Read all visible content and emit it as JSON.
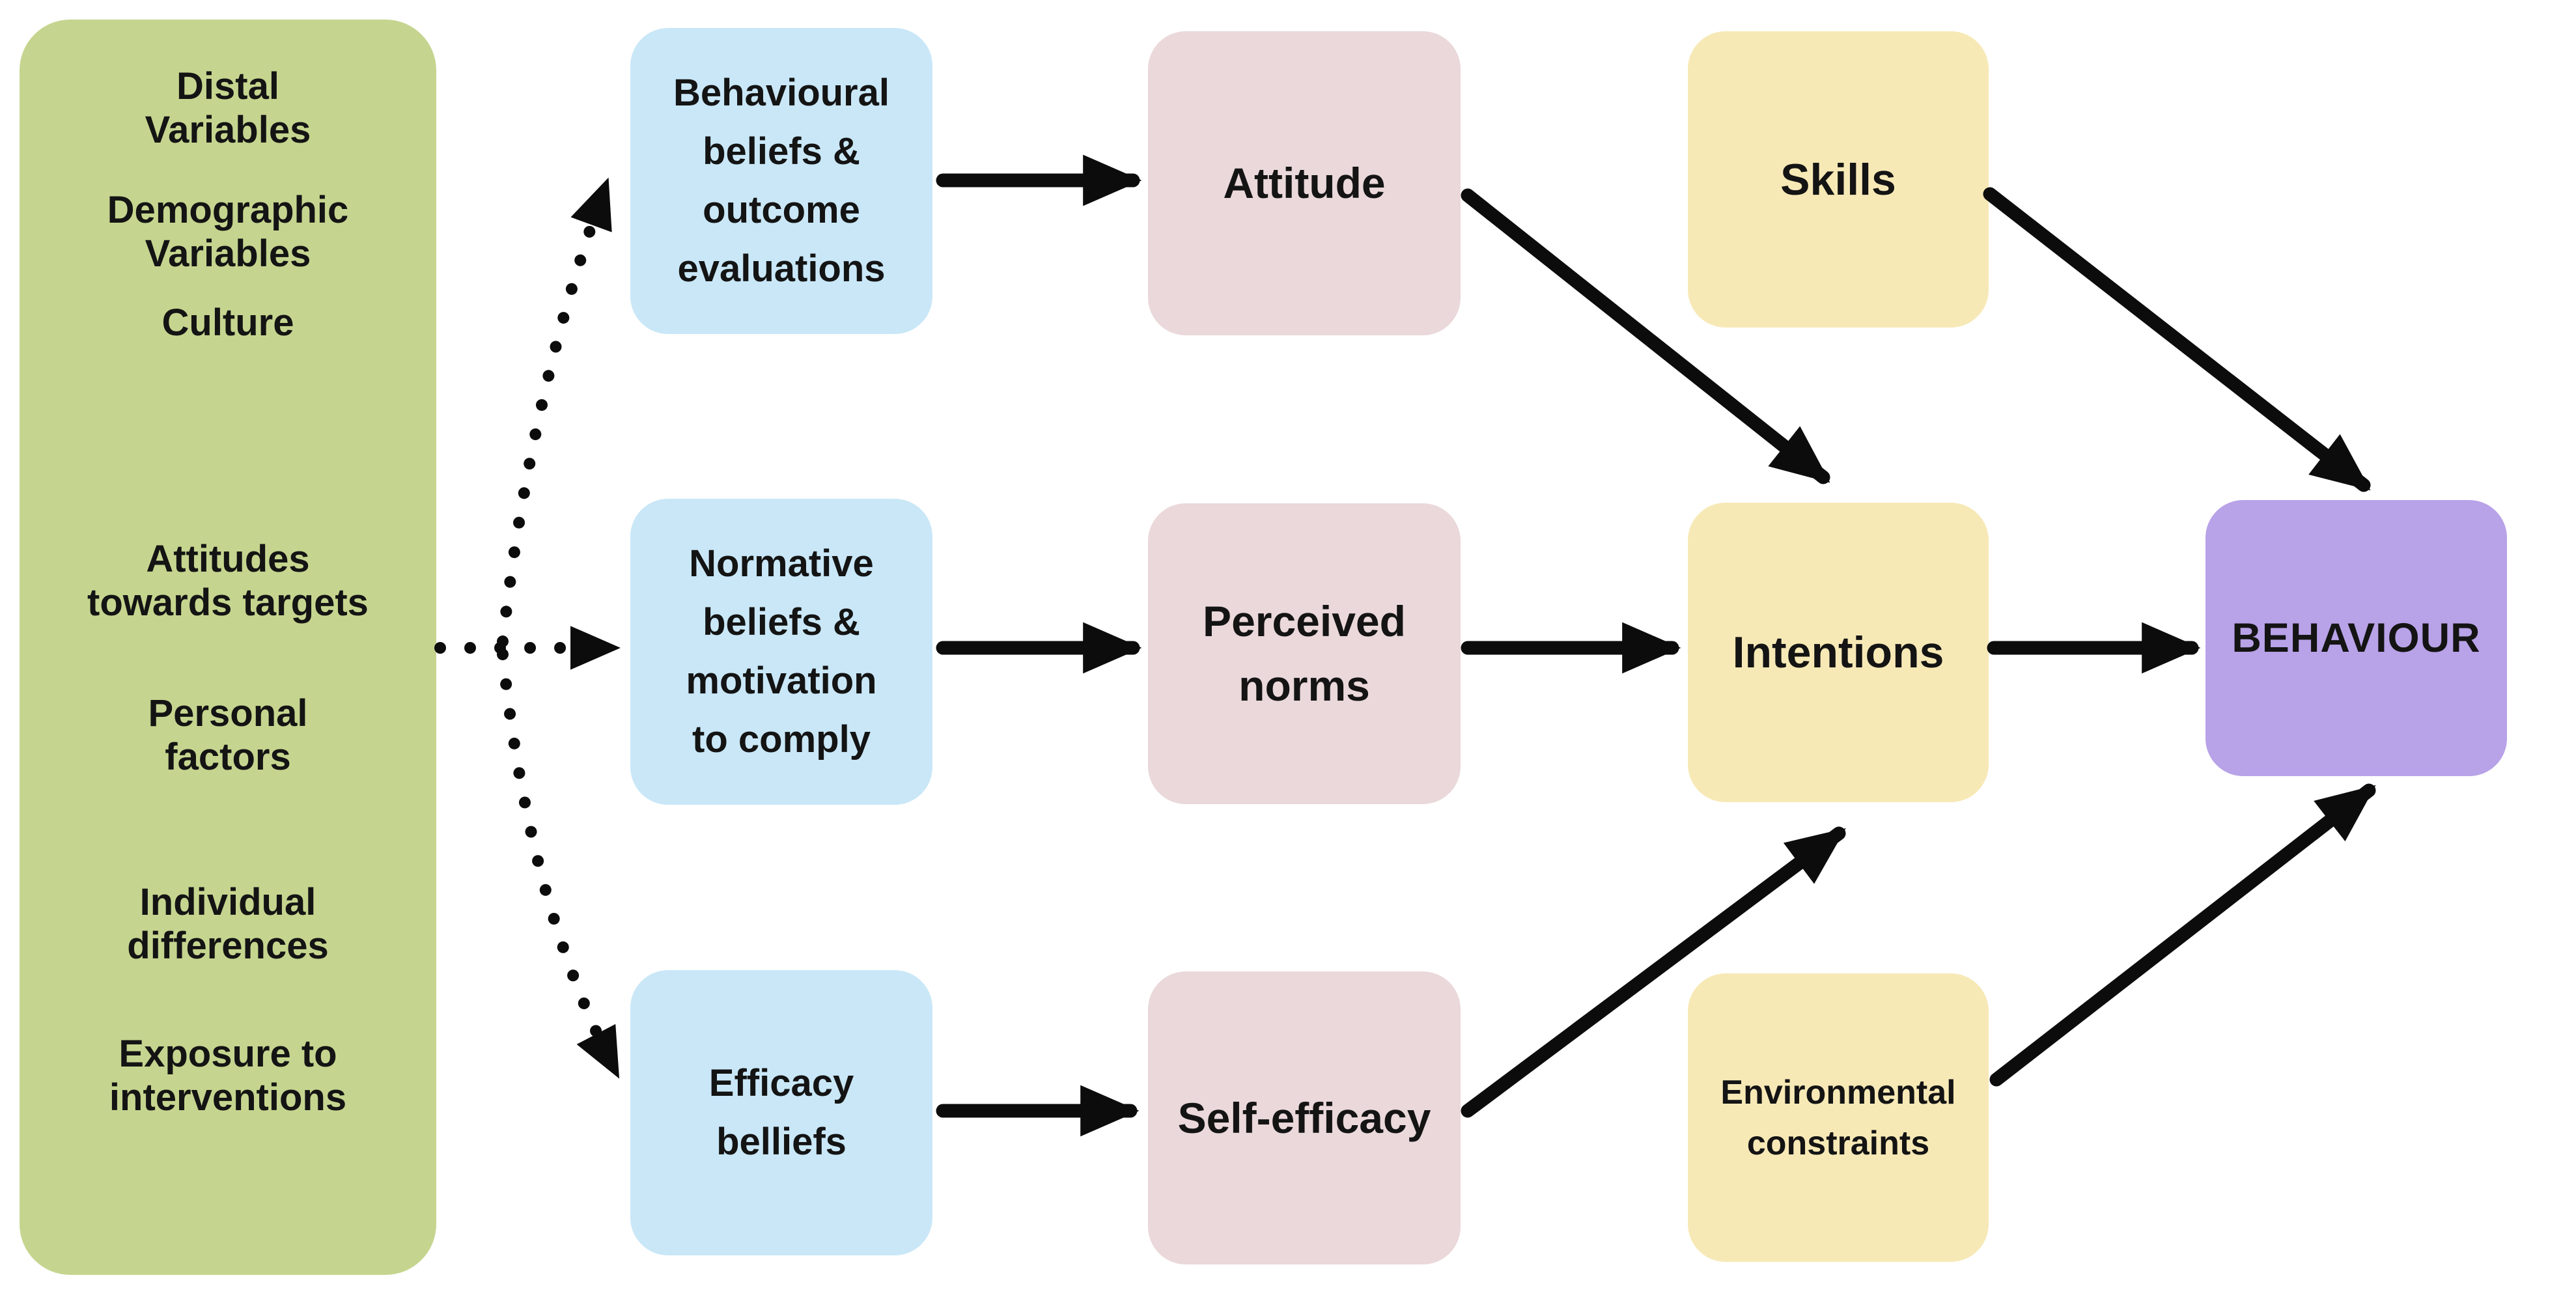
{
  "diagram": {
    "type": "flow-diagram",
    "colors": {
      "background": "#ffffff",
      "distal_panel": "#c5d58f",
      "belief_boxes": "#c9e7f7",
      "construct_boxes": "#ead8da",
      "proximal_boxes": "#f7e9b6",
      "outcome_box": "#b8a2e8",
      "arrows": "#0c0c0c",
      "text": "#141414"
    },
    "nodes": {
      "distal": {
        "name": "Distal variables panel",
        "items": [
          "Distal\nVariables",
          "Demographic\nVariables",
          "Culture",
          "Attitudes\ntowards targets",
          "Personal\nfactors",
          "Individual\ndifferences",
          "Exposure to\ninterventions"
        ]
      },
      "beliefs": [
        {
          "label": "Behavioural\nbeliefs &\noutcome\nevaluations"
        },
        {
          "label": "Normative\nbeliefs &\nmotivation\nto comply"
        },
        {
          "label": "Efficacy\nbelliefs"
        }
      ],
      "constructs": [
        {
          "label": "Attitude"
        },
        {
          "label": "Perceived\nnorms"
        },
        {
          "label": "Self-efficacy"
        }
      ],
      "proximal": [
        {
          "label": "Skills"
        },
        {
          "label": "Intentions"
        },
        {
          "label": "Environmental\nconstraints"
        }
      ],
      "outcome": {
        "label": "BEHAVIOUR"
      }
    },
    "edges": [
      {
        "from": "Distal variables",
        "to": "Behavioural beliefs & outcome evaluations",
        "style": "dotted"
      },
      {
        "from": "Distal variables",
        "to": "Normative beliefs & motivation to comply",
        "style": "dotted"
      },
      {
        "from": "Distal variables",
        "to": "Efficacy belliefs",
        "style": "dotted"
      },
      {
        "from": "Behavioural beliefs & outcome evaluations",
        "to": "Attitude",
        "style": "solid"
      },
      {
        "from": "Normative beliefs & motivation to comply",
        "to": "Perceived norms",
        "style": "solid"
      },
      {
        "from": "Efficacy belliefs",
        "to": "Self-efficacy",
        "style": "solid"
      },
      {
        "from": "Attitude",
        "to": "Intentions",
        "style": "solid"
      },
      {
        "from": "Perceived norms",
        "to": "Intentions",
        "style": "solid"
      },
      {
        "from": "Self-efficacy",
        "to": "Intentions",
        "style": "solid"
      },
      {
        "from": "Skills",
        "to": "BEHAVIOUR",
        "style": "solid"
      },
      {
        "from": "Intentions",
        "to": "BEHAVIOUR",
        "style": "solid"
      },
      {
        "from": "Environmental constraints",
        "to": "BEHAVIOUR",
        "style": "solid"
      }
    ]
  }
}
